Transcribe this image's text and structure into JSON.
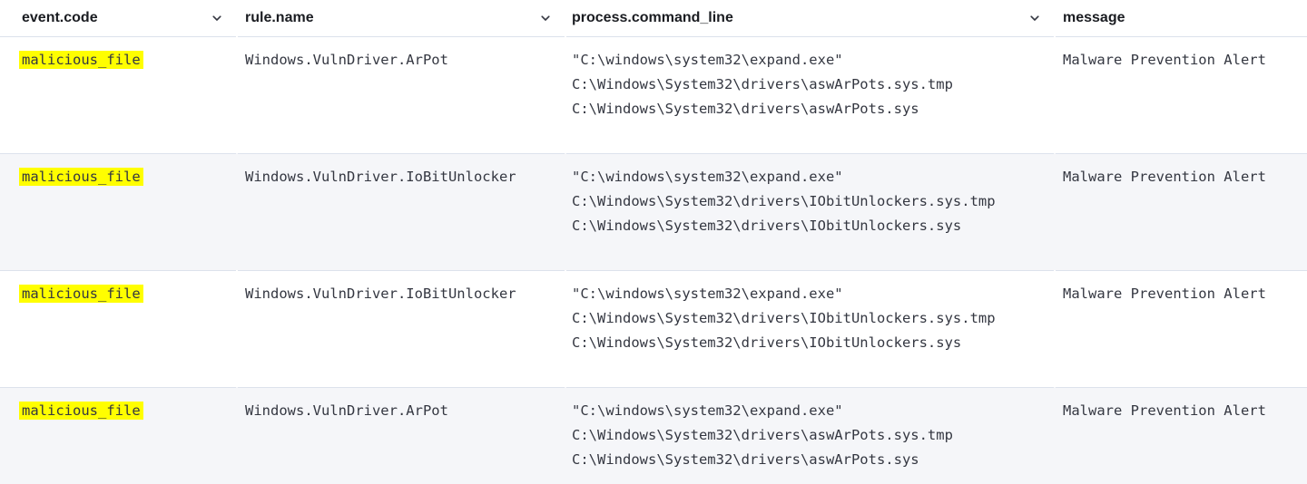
{
  "colors": {
    "highlight": "#FFFE00",
    "stripe_row_background": "#F5F6F9",
    "row_border": "#DCE2EC",
    "header_text": "#1A1C21",
    "cell_text": "#343741"
  },
  "icons": {
    "column_menu": "chevron-down"
  },
  "table": {
    "columns": [
      {
        "label": "event.code",
        "has_chevron": true
      },
      {
        "label": "rule.name",
        "has_chevron": true
      },
      {
        "label": "process.command_line",
        "has_chevron": true
      },
      {
        "label": "message",
        "has_chevron": false
      }
    ],
    "rows": [
      {
        "event_code": "malicious_file",
        "rule_name": "Windows.VulnDriver.ArPot",
        "command_line": [
          "\"C:\\windows\\system32\\expand.exe\"",
          "C:\\Windows\\System32\\drivers\\aswArPots.sys.tmp",
          "C:\\Windows\\System32\\drivers\\aswArPots.sys"
        ],
        "message": "Malware Prevention Alert"
      },
      {
        "event_code": "malicious_file",
        "rule_name": "Windows.VulnDriver.IoBitUnlocker",
        "command_line": [
          "\"C:\\windows\\system32\\expand.exe\"",
          "C:\\Windows\\System32\\drivers\\IObitUnlockers.sys.tmp",
          "C:\\Windows\\System32\\drivers\\IObitUnlockers.sys"
        ],
        "message": "Malware Prevention Alert"
      },
      {
        "event_code": "malicious_file",
        "rule_name": "Windows.VulnDriver.IoBitUnlocker",
        "command_line": [
          "\"C:\\windows\\system32\\expand.exe\"",
          "C:\\Windows\\System32\\drivers\\IObitUnlockers.sys.tmp",
          "C:\\Windows\\System32\\drivers\\IObitUnlockers.sys"
        ],
        "message": "Malware Prevention Alert"
      },
      {
        "event_code": "malicious_file",
        "rule_name": "Windows.VulnDriver.ArPot",
        "command_line": [
          "\"C:\\windows\\system32\\expand.exe\"",
          "C:\\Windows\\System32\\drivers\\aswArPots.sys.tmp",
          "C:\\Windows\\System32\\drivers\\aswArPots.sys"
        ],
        "message": "Malware Prevention Alert"
      }
    ]
  }
}
